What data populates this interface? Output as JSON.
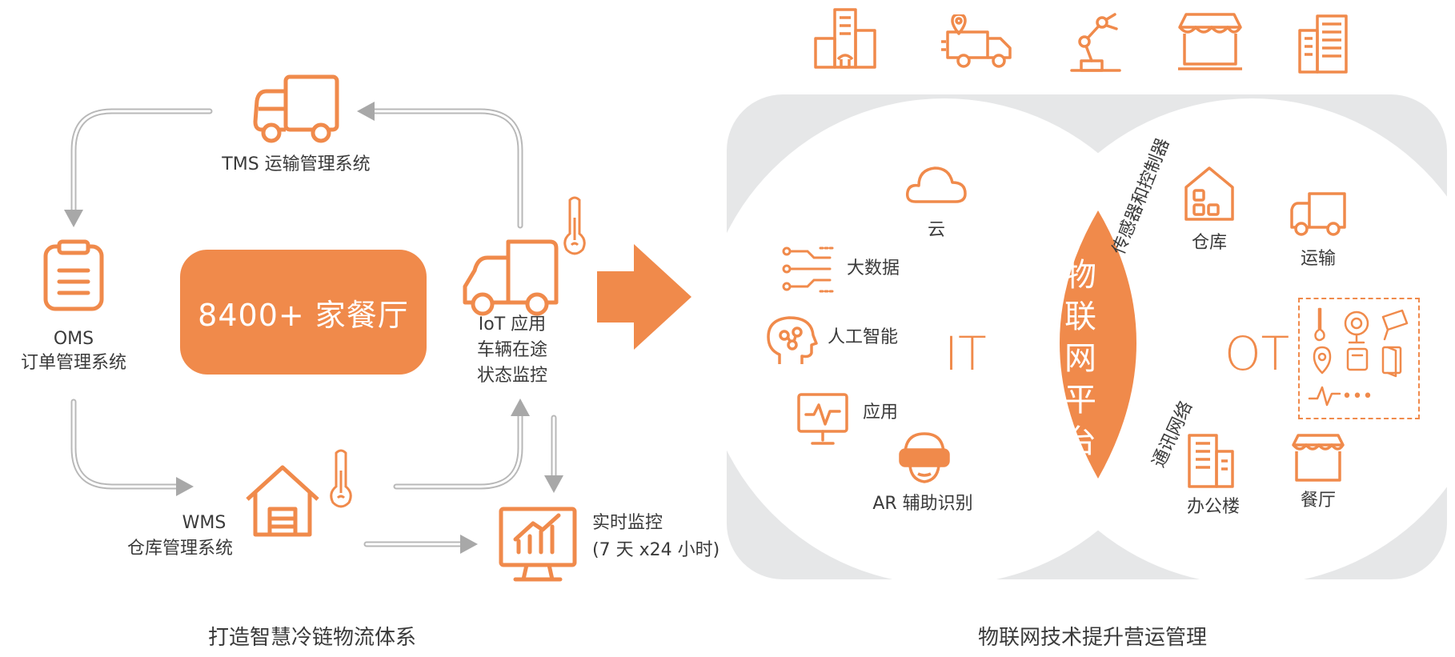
{
  "left": {
    "hero": "8400+ 家餐厅",
    "tms": "TMS 运输管理系统",
    "oms_title": "OMS",
    "oms_sub": "订单管理系统",
    "wms_title": "WMS",
    "wms_sub": "仓库管理系统",
    "iot_1": "IoT 应用",
    "iot_2": "车辆在途",
    "iot_3": "状态监控",
    "monitor_1": "实时监控",
    "monitor_2": "(7 天 x24 小时)",
    "caption": "打造智慧冷链物流体系"
  },
  "right": {
    "it_letters": "IT",
    "ot_letters": "OT",
    "platform_chars": [
      "物",
      "联",
      "网",
      "平",
      "台"
    ],
    "it_items": {
      "cloud": "云",
      "bigdata": "大数据",
      "ai": "人工智能",
      "app": "应用",
      "ar": "AR 辅助识别"
    },
    "ot_items": {
      "warehouse": "仓库",
      "transport": "运输",
      "office": "办公楼",
      "restaurant": "餐厅"
    },
    "sensor_label": "传感器和控制器",
    "comm_label": "通讯网络",
    "sensor_more": "•••",
    "caption": "物联网技术提升营运管理"
  },
  "colors": {
    "accent": "#f08a4b",
    "panel": "#e6e7e8",
    "arrow_gray": "#b3b3b3"
  }
}
